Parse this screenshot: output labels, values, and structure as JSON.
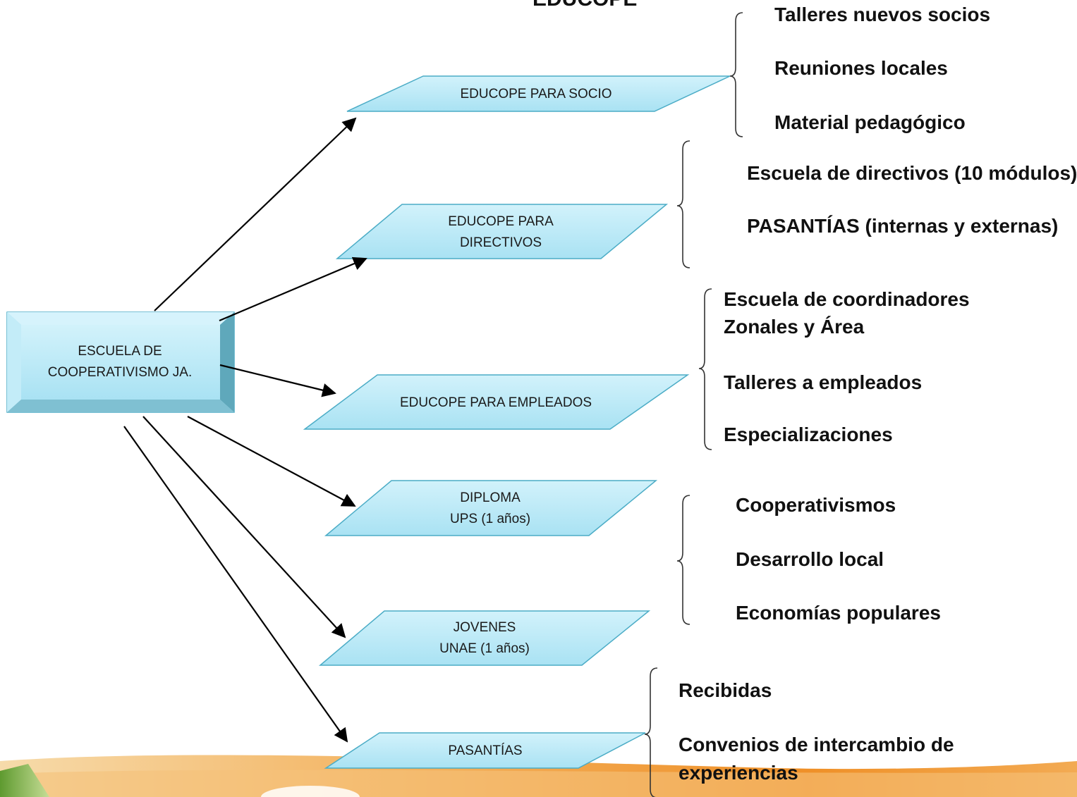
{
  "title": "EDUCOPE",
  "root": {
    "line1": "ESCUELA DE",
    "line2": "COOPERATIVISMO  JA."
  },
  "nodes": [
    {
      "line1": "EDUCOPE PARA SOCIO",
      "line2": ""
    },
    {
      "line1": "EDUCOPE PARA",
      "line2": "DIRECTIVOS"
    },
    {
      "line1": "EDUCOPE PARA EMPLEADOS",
      "line2": ""
    },
    {
      "line1": "DIPLOMA",
      "line2": "UPS  (1 años)"
    },
    {
      "line1": "JOVENES",
      "line2": "UNAE (1 años)"
    },
    {
      "line1": "PASANTÍAS",
      "line2": ""
    }
  ],
  "groups": [
    {
      "items": [
        "Talleres nuevos socios",
        "Reuniones locales",
        "Material pedagógico"
      ]
    },
    {
      "items": [
        "Escuela de directivos (10 módulos)",
        "PASANTÍAS (internas y externas)"
      ]
    },
    {
      "items": [
        "Escuela de coordinadores",
        "Zonales y Área",
        "Talleres a  empleados",
        "Especializaciones"
      ]
    },
    {
      "items": [
        "Cooperativismos",
        "Desarrollo local",
        "Economías populares"
      ]
    },
    {
      "items": [
        "Recibidas",
        "Convenios de intercambio de",
        "experiencias"
      ]
    }
  ],
  "colors": {
    "shape_fill": "#bfeaf7",
    "shape_stroke": "#4bacc6",
    "bevel_light": "#d6f3fc",
    "bevel_dark": "#5fa8bb",
    "text": "#111111",
    "footer_orange": "#ee8a1c",
    "footer_green": "#7db94a"
  }
}
